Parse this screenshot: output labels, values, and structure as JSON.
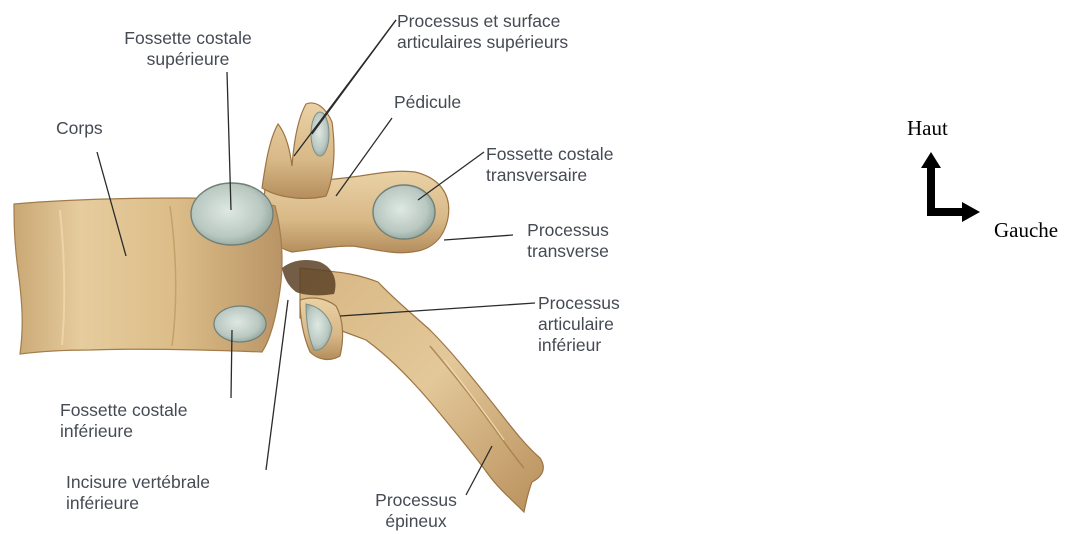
{
  "labels": {
    "fossette_costale_superieure": [
      "Fossette costale",
      "supérieure"
    ],
    "processus_surface_articulaires_superieurs": [
      "Processus et surface",
      "articulaires supérieurs"
    ],
    "pedicule": "Pédicule",
    "corps": "Corps",
    "fossette_costale_transversaire": [
      "Fossette costale",
      "transversaire"
    ],
    "processus_transverse": [
      "Processus",
      "transverse"
    ],
    "processus_articulaire_inferieur": [
      "Processus",
      "articulaire",
      "inférieur"
    ],
    "fossette_costale_inferieure": [
      "Fossette costale",
      "inférieure"
    ],
    "incisure_vertebrale_inferieure": [
      "Incisure vertébrale",
      "inférieure"
    ],
    "processus_epineux": [
      "Processus",
      "épineux"
    ]
  },
  "orientation": {
    "up_label": "Haut",
    "right_label": "Gauche"
  },
  "colors": {
    "bone": "#e2c595",
    "bone_shadow": "#c39e68",
    "bone_dark": "#a47d4c",
    "cartilage": "#b8c7c0",
    "label_text": "#454a53",
    "leader_line": "#2b2b2b"
  }
}
